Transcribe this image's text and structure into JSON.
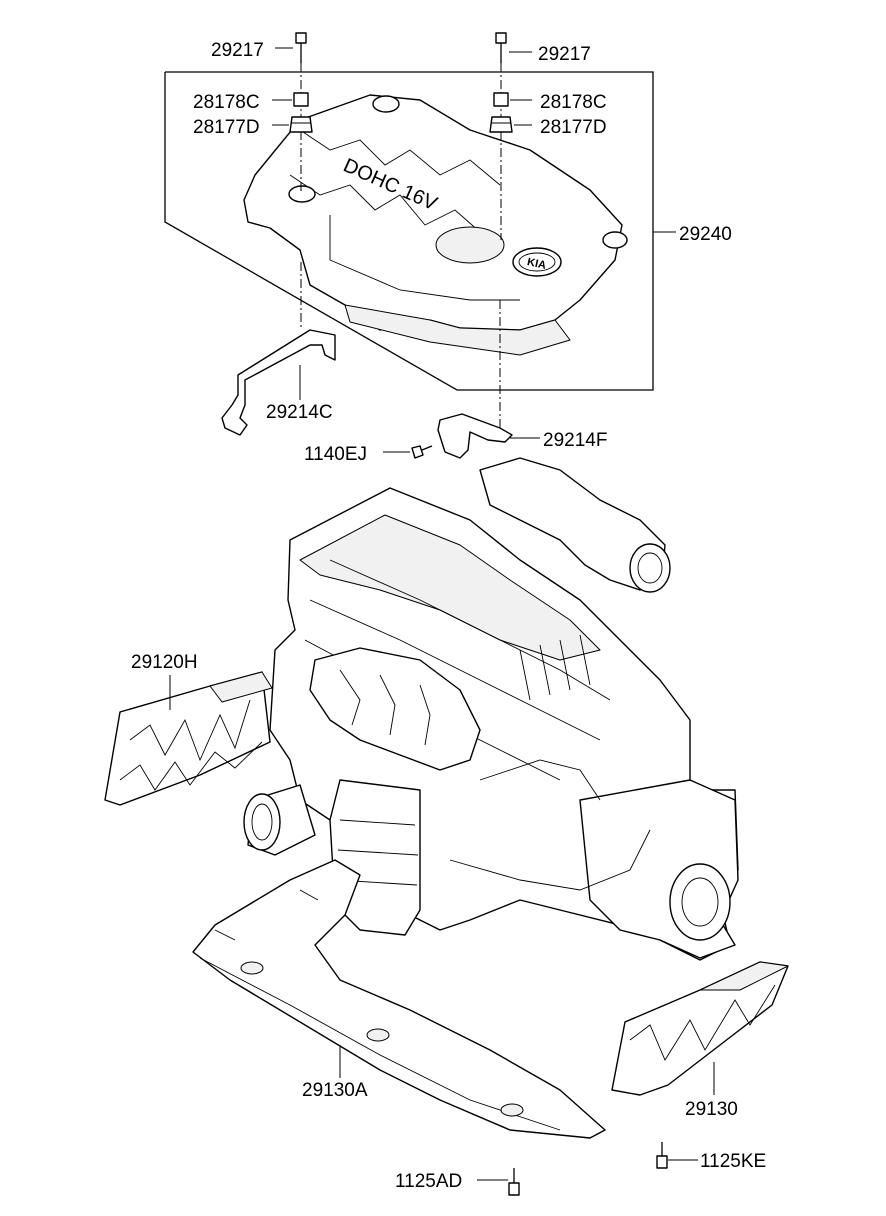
{
  "diagram": {
    "callouts": {
      "bolt_left": "29217",
      "bolt_right": "29217",
      "collar_left": "28178C",
      "collar_right": "28178C",
      "grommet_left": "28177D",
      "grommet_right": "28177D",
      "engine_cover": "29240",
      "bracket_left": "29214C",
      "bracket_right": "29214F",
      "bracket_screw": "1140EJ",
      "heat_shield_upper": "29120H",
      "under_cover": "29130A",
      "heat_shield_lower": "29130",
      "under_cover_bolt": "1125AD",
      "heat_shield_bolt": "1125KE"
    },
    "cover_marking": "DOHC 16V",
    "emblem_text": "KIA"
  }
}
